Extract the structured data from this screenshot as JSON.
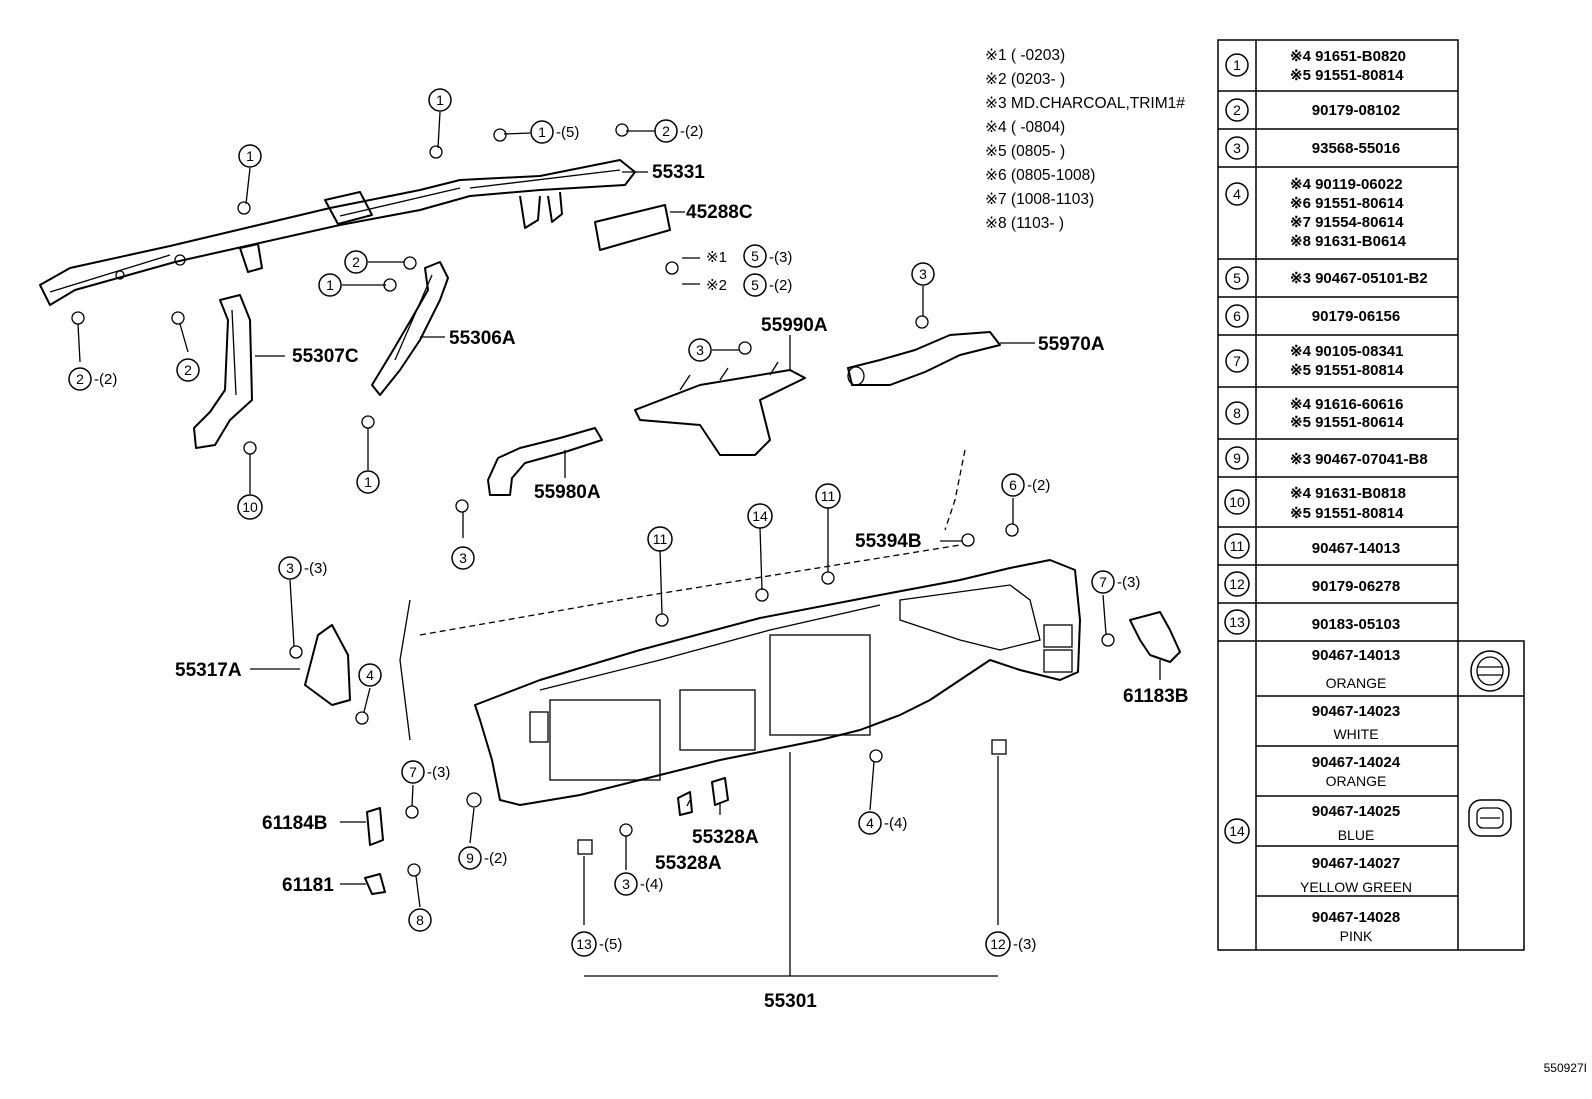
{
  "notes": [
    "※1 (    -0203)",
    "※2 (0203-    )",
    "※3 MD.CHARCOAL,TRIM1#",
    "※4 (    -0804)",
    "※5 (0805-    )",
    "※6 (0805-1008)",
    "※7 (1008-1103)",
    "※8 (1103-    )"
  ],
  "parts": {
    "p55331": "55331",
    "p45288C": "45288C",
    "p55307C": "55307C",
    "p55306A": "55306A",
    "p55990A": "55990A",
    "p55970A": "55970A",
    "p55980A": "55980A",
    "p55394B": "55394B",
    "p55317A": "55317A",
    "p61183B": "61183B",
    "p61184B": "61184B",
    "p61181": "61181",
    "p55328A_a": "55328A",
    "p55328A_b": "55328A",
    "p55301": "55301"
  },
  "quantities": {
    "q2x2_left": "-(2)",
    "q1x5": "-(5)",
    "q2x2_top": "-(2)",
    "q5x3": "-(3)",
    "q5x2": "-(2)",
    "q6x2": "-(2)",
    "q3x3": "-(3)",
    "q7x3_right": "-(3)",
    "q7x3_left": "-(3)",
    "q9x2": "-(2)",
    "q4x4": "-(4)",
    "q3x4": "-(4)",
    "q13x5": "-(5)",
    "q12x3": "-(3)"
  },
  "callout_prefix": {
    "n1": "※1",
    "n2": "※2"
  },
  "table": {
    "rows": [
      {
        "num": "1",
        "lines": [
          "※4 91651-B0820",
          "※5 91551-80814"
        ]
      },
      {
        "num": "2",
        "lines": [
          "90179-08102"
        ]
      },
      {
        "num": "3",
        "lines": [
          "93568-55016"
        ]
      },
      {
        "num": "4",
        "lines": [
          "※4 90119-06022",
          "※6 91551-80614",
          "※7 91554-80614",
          "※8 91631-B0614"
        ]
      },
      {
        "num": "5",
        "lines": [
          "※3 90467-05101-B2"
        ]
      },
      {
        "num": "6",
        "lines": [
          "90179-06156"
        ]
      },
      {
        "num": "7",
        "lines": [
          "※4  90105-08341",
          "※5  91551-80814"
        ]
      },
      {
        "num": "8",
        "lines": [
          "※4  91616-60616",
          "※5  91551-80614"
        ]
      },
      {
        "num": "9",
        "lines": [
          "※3  90467-07041-B8"
        ]
      },
      {
        "num": "10",
        "lines": [
          "※4 91631-B0818",
          "※5 91551-80814"
        ]
      },
      {
        "num": "11",
        "lines": [
          "90467-14013"
        ]
      },
      {
        "num": "12",
        "lines": [
          "90179-06278"
        ]
      },
      {
        "num": "13",
        "lines": [
          "90183-05103"
        ]
      }
    ],
    "row14": {
      "num": "14",
      "items": [
        {
          "part": "90467-14013",
          "color": "ORANGE"
        },
        {
          "part": "90467-14023",
          "color": "WHITE"
        },
        {
          "part": "90467-14024",
          "color": "ORANGE"
        },
        {
          "part": "90467-14025",
          "color": "BLUE"
        },
        {
          "part": "90467-14027",
          "color": "YELLOW GREEN"
        },
        {
          "part": "90467-14028",
          "color": "PINK"
        }
      ]
    }
  },
  "figure_ref": "550927I"
}
